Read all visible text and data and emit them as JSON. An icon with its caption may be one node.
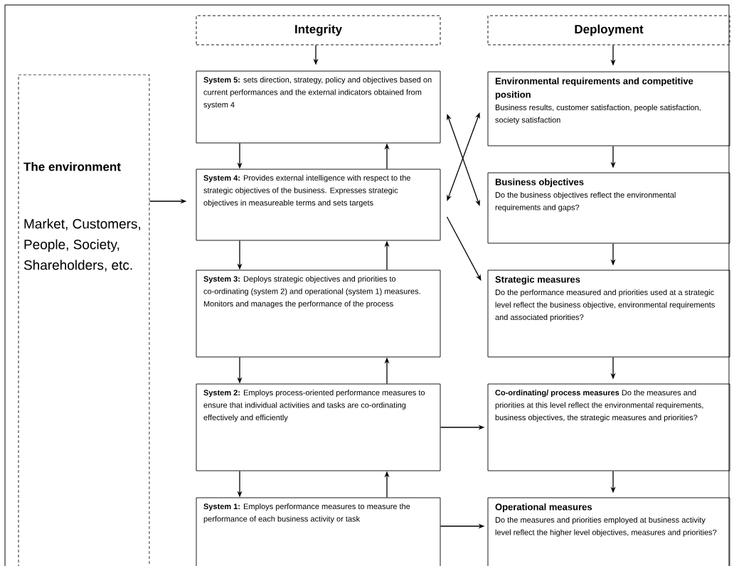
{
  "diagram": {
    "nodes": [
      {
        "text": [
          "Integrity"
        ]
      },
      {
        "text": [
          "Deployment"
        ]
      },
      {
        "text": [
          "The environment",
          "Market, Customers, People, Society, Shareholders, etc."
        ]
      },
      {
        "text": [
          "**System 5:** sets direction, strategy, policy and objectives based on current performances and the external indicators obtained from system 4"
        ]
      },
      {
        "text": [
          "Environmental requirements and competitive position",
          "Business results, customer satisfaction, people satisfaction, society satisfaction"
        ]
      },
      {
        "text": [
          "**System 4:** Provides external intelligence with respect to the strategic objectives of the business. Expresses strategic objectives in measureable terms and sets targets"
        ]
      },
      {
        "text": [
          "Business objectives",
          "Do the business objectives reflect the environmental requirements and gaps?"
        ]
      },
      {
        "text": [
          "**System 3:** Deploys strategic objectives and priorities to co-ordinating (system 2) and operational (system 1) measures. Monitors and manages the performance of the process"
        ]
      },
      {
        "text": [
          "Strategic measures",
          "Do the performance measured and priorities used at a strategic level reflect the business objective, environmental requirements and associated priorities?"
        ]
      },
      {
        "text": [
          "**System 2:** Employs process-oriented performance measures to ensure that individual activities and tasks are co-ordinating effectively and efficiently"
        ]
      },
      {
        "text": [
          "**Co-ordinating/ process measures** Do the measures and priorities at this level reflect the environmental requirements, business objectives, the strategic measures and priorities?"
        ]
      },
      {
        "text": [
          "**System 1:** Employs performance measures to measure the performance of each business activity or task"
        ]
      },
      {
        "text": [
          "Operational measures",
          "Do the measures and priorities employed at business activity level reflect the higher level objectives, measures and priorities?"
        ]
      }
    ],
    "edges": [
      {
        "from": 0,
        "to": 3,
        "arrow": "to"
      },
      {
        "from": 1,
        "to": 4,
        "arrow": "to"
      },
      {
        "from": 3,
        "to": 5,
        "arrow": "to"
      },
      {
        "from": 5,
        "to": 3,
        "arrow": "to"
      },
      {
        "from": 5,
        "to": 7,
        "arrow": "to"
      },
      {
        "from": 7,
        "to": 5,
        "arrow": "to"
      },
      {
        "from": 7,
        "to": 9,
        "arrow": "to"
      },
      {
        "from": 9,
        "to": 7,
        "arrow": "to"
      },
      {
        "from": 9,
        "to": 11,
        "arrow": "to"
      },
      {
        "from": 11,
        "to": 9,
        "arrow": "to"
      },
      {
        "from": 4,
        "to": 6,
        "arrow": "to"
      },
      {
        "from": 6,
        "to": 8,
        "arrow": "to"
      },
      {
        "from": 8,
        "to": 10,
        "arrow": "to"
      },
      {
        "from": 10,
        "to": 12,
        "arrow": "to"
      },
      {
        "from": 2,
        "to": 5,
        "arrow": "to"
      },
      {
        "from": 3,
        "to": 6,
        "arrow": "both"
      },
      {
        "from": 5,
        "to": 4,
        "arrow": "both"
      },
      {
        "from": 5,
        "to": 8,
        "arrow": "to"
      },
      {
        "from": 9,
        "to": 10,
        "arrow": "to"
      },
      {
        "from": 11,
        "to": 12,
        "arrow": "to"
      }
    ]
  }
}
